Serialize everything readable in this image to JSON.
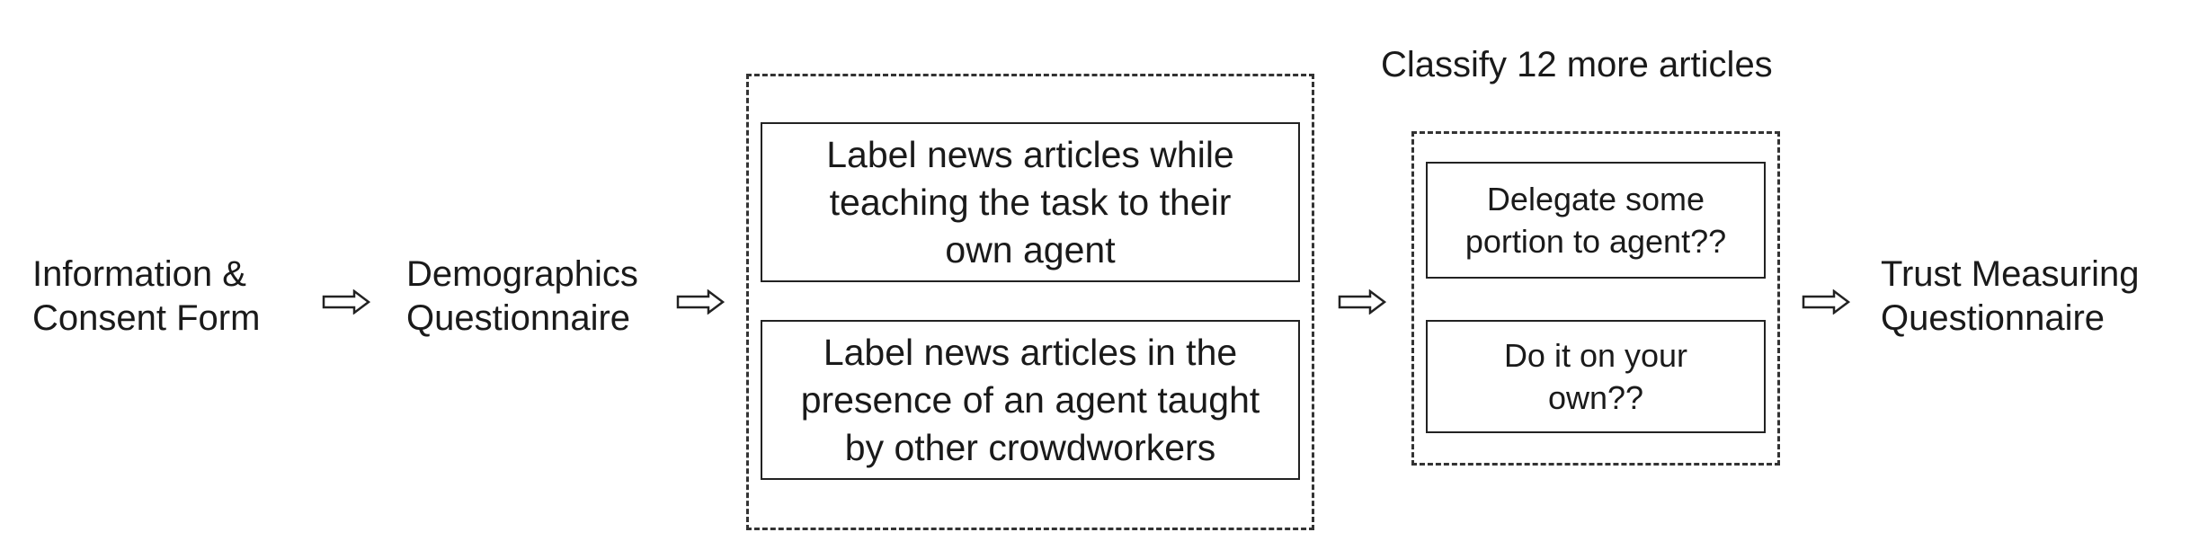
{
  "steps": {
    "consent": {
      "lines": [
        "Information &",
        "Consent Form"
      ]
    },
    "demographics": {
      "lines": [
        "Demographics",
        "Questionnaire"
      ]
    },
    "trust": {
      "lines": [
        "Trust Measuring",
        "Questionnaire"
      ]
    }
  },
  "group1": {
    "box_teach": {
      "lines": [
        "Label news articles while",
        "teaching the task to their",
        "own agent"
      ]
    },
    "box_presence": {
      "lines": [
        "Label news articles in the",
        "presence of an agent taught",
        "by other crowdworkers"
      ]
    }
  },
  "group2": {
    "title": "Classify 12 more articles",
    "box_delegate": {
      "lines": [
        "Delegate some",
        "portion to agent??"
      ]
    },
    "box_own": {
      "lines": [
        "Do it on your",
        "own??"
      ]
    }
  },
  "arrow_icon": "hollow-right-arrow"
}
